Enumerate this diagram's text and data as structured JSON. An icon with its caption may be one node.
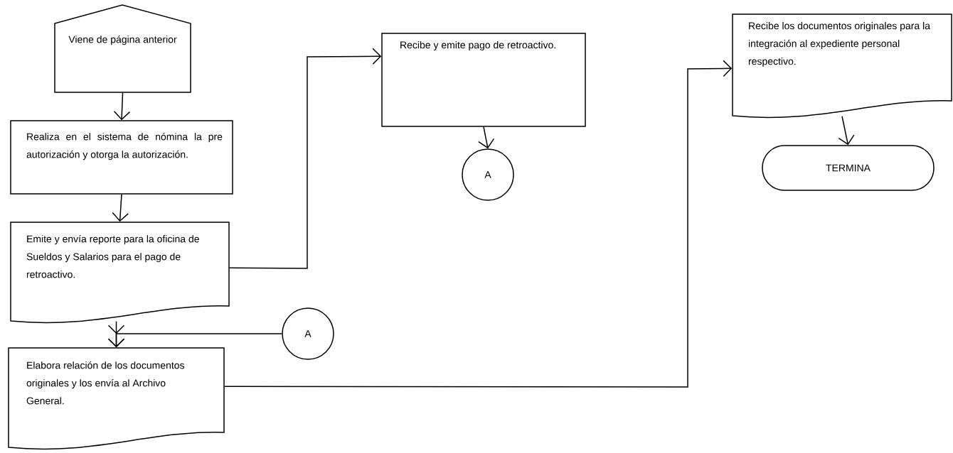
{
  "diagram": {
    "nodes": [
      {
        "text": [
          "Viene de página anterior"
        ]
      },
      {
        "text": [
          "Realiza en el sistema de nómina la pre autorización y otorga la autorización."
        ]
      },
      {
        "text": [
          "Emite y envía reporte para la oficina de Sueldos y Salarios para el pago de retroactivo."
        ]
      },
      {
        "text": [
          "Recibe y emite pago de retroactivo."
        ]
      },
      {
        "text": [
          "A"
        ]
      },
      {
        "text": [
          "A"
        ]
      },
      {
        "text": [
          "Elabora relación de los documentos originales y los envía al Archivo General."
        ]
      },
      {
        "text": [
          "Recibe los documentos originales para la integración al expediente personal respectivo."
        ]
      },
      {
        "text": [
          "TERMINA"
        ]
      }
    ],
    "edges": [
      {
        "from": 0,
        "to": 1,
        "arrow": "to"
      },
      {
        "from": 1,
        "to": 2,
        "arrow": "to"
      },
      {
        "from": 2,
        "to": 3,
        "arrow": "to"
      },
      {
        "from": 3,
        "to": 4,
        "arrow": "to"
      },
      {
        "from": 2,
        "to": 6,
        "arrow": "to"
      },
      {
        "from": 5,
        "to": 6,
        "arrow": "to"
      },
      {
        "from": 6,
        "to": 7,
        "arrow": "to"
      },
      {
        "from": 7,
        "to": 8,
        "arrow": "to"
      }
    ]
  }
}
